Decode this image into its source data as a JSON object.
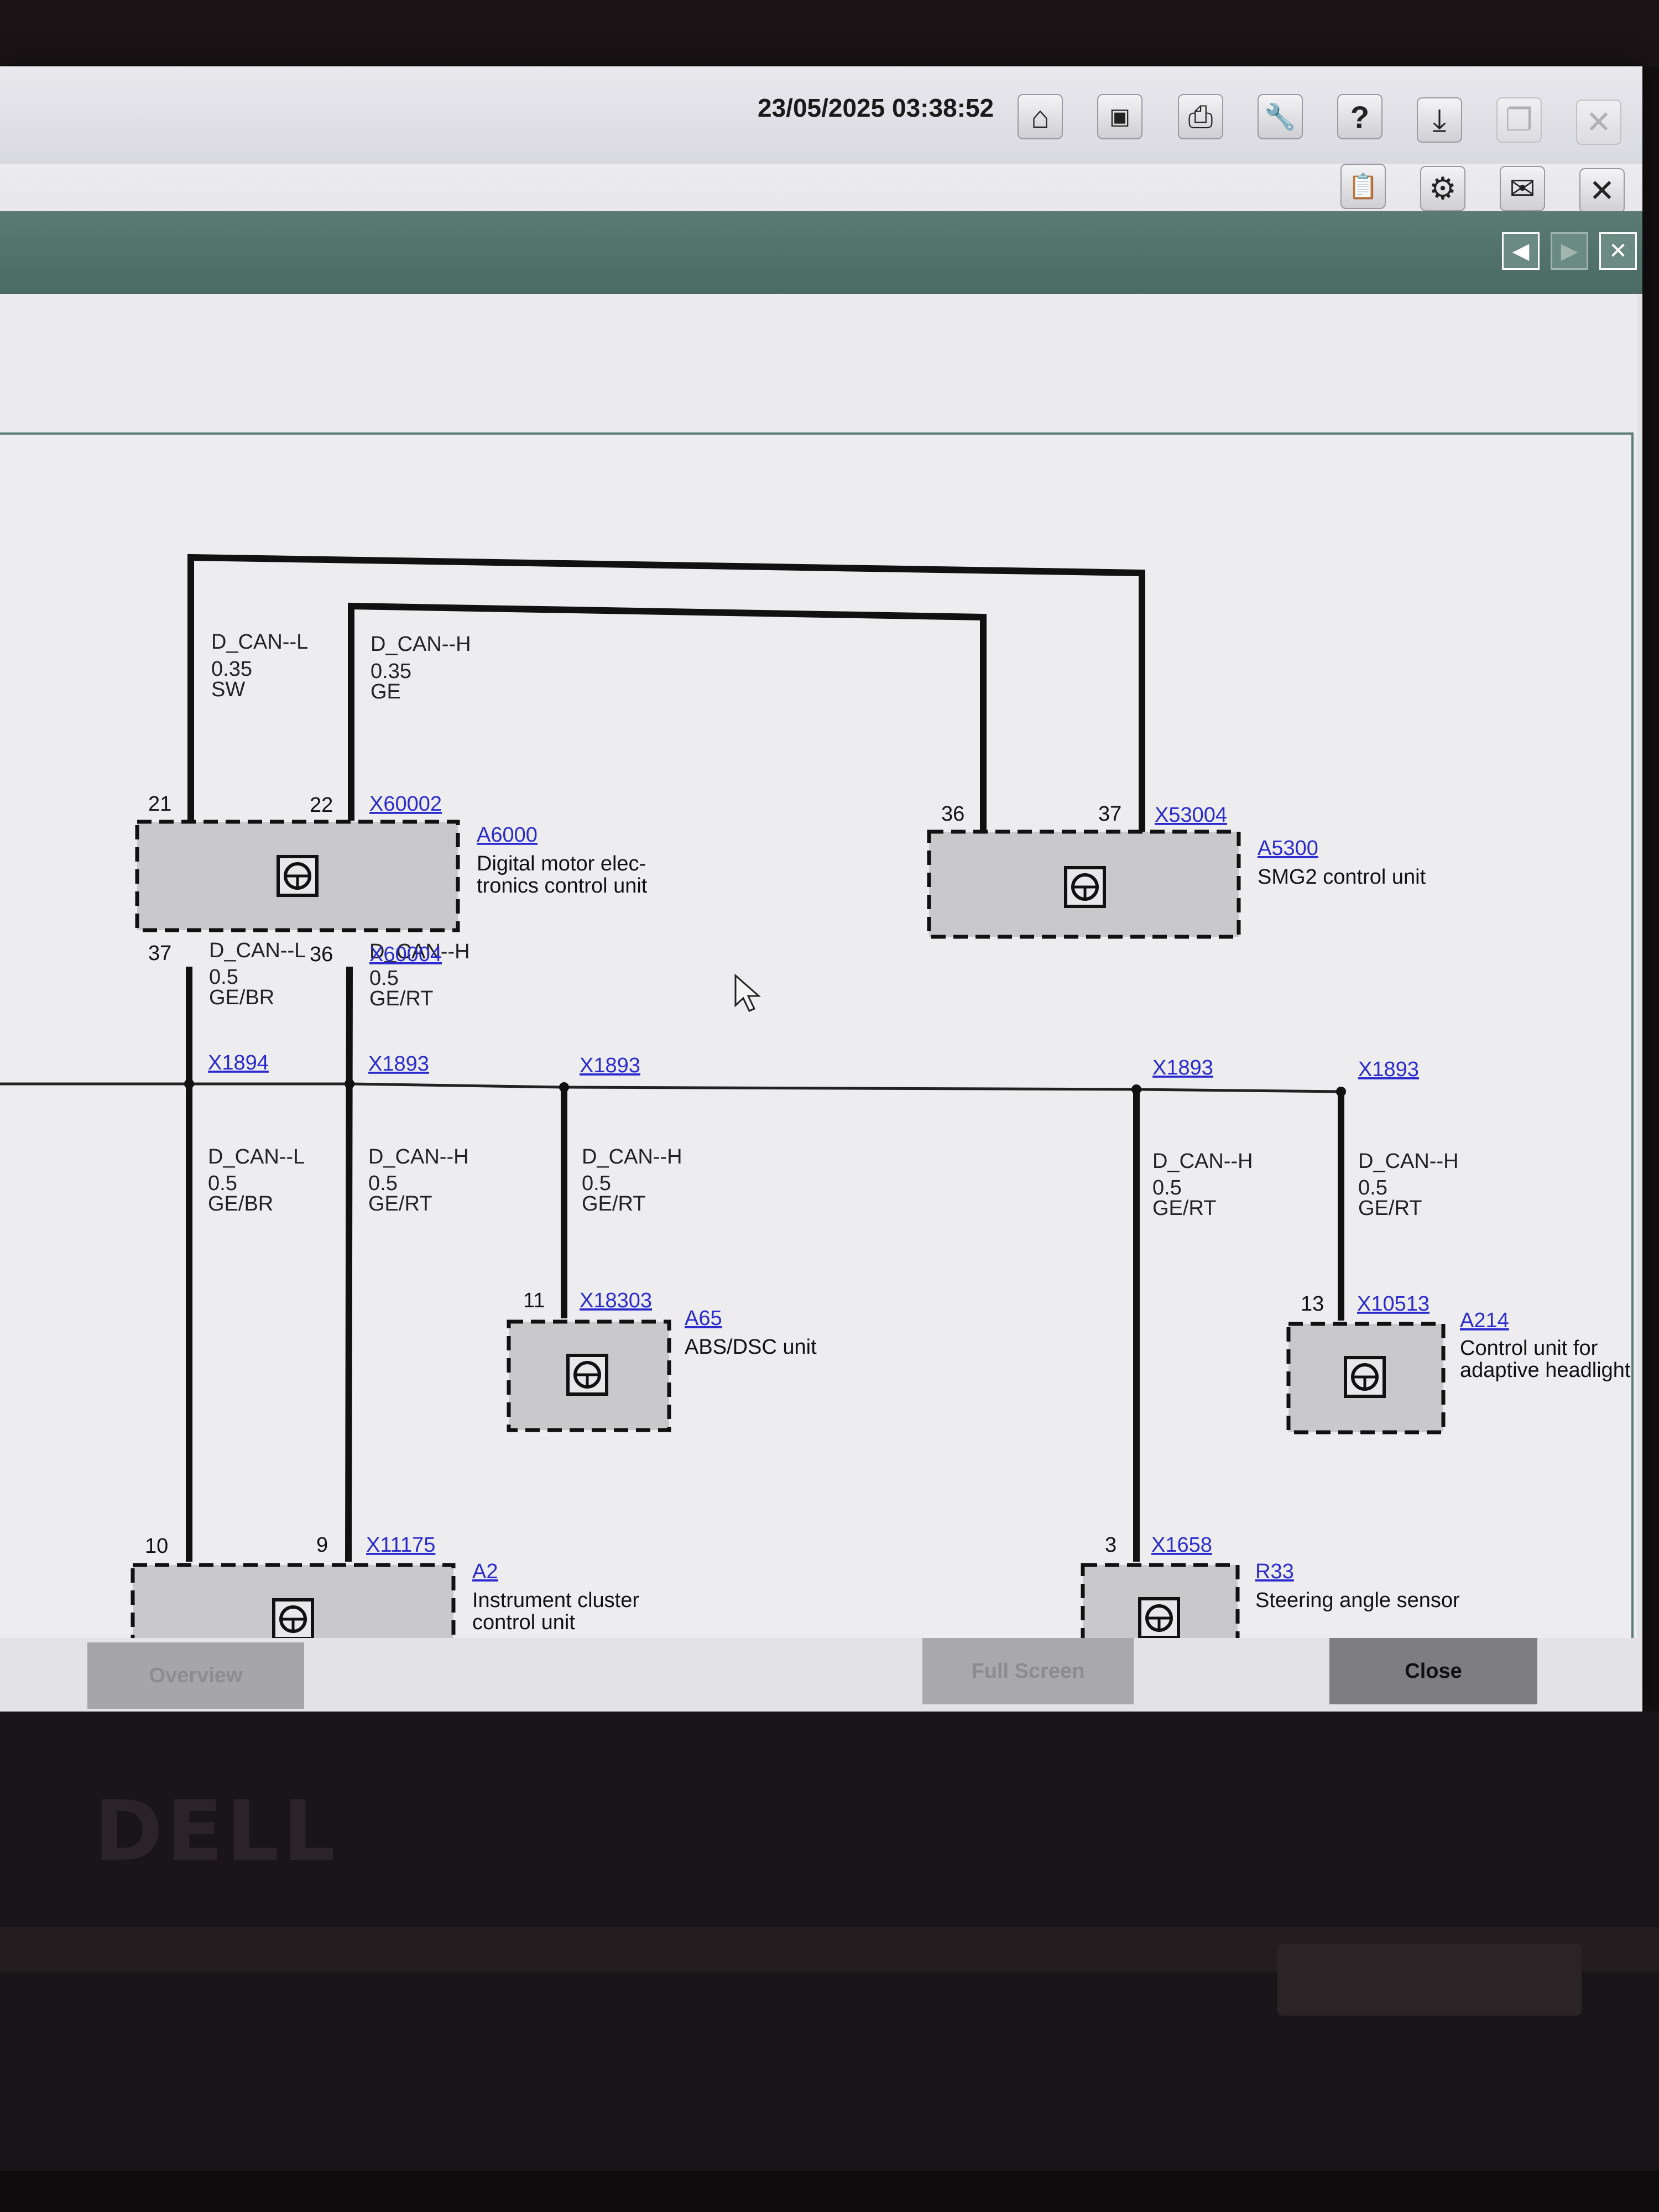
{
  "window": {
    "datetime": "23/05/2025 03:38:52",
    "toolbar_icons": [
      "home-icon",
      "dual-screen-icon",
      "print-icon",
      "wrench-icon",
      "help-icon",
      "down-arrow-icon",
      "restore-icon",
      "close-icon"
    ],
    "toolbar2_icons": [
      "clipboard-icon",
      "gear-icon",
      "mail-icon",
      "close-icon"
    ]
  },
  "toolbar_glyphs": {
    "home": "⌂",
    "screens": "▣",
    "print": "⎙",
    "wrench": "🔧",
    "help": "?",
    "down": "⤓",
    "restore": "❐",
    "close": "✕",
    "clip": "📋",
    "gear": "⚙",
    "mail": "✉",
    "close2": "✕"
  },
  "pane_nav": {
    "prev": "◀",
    "next": "▶",
    "close": "✕"
  },
  "diagram": {
    "pins": {
      "p21": "21",
      "p22": "22",
      "p37a": "37",
      "p36a": "36",
      "p36b": "36",
      "p37b": "37",
      "p10": "10",
      "p9": "9",
      "p11": "11",
      "p3": "3",
      "p13": "13"
    },
    "signals": {
      "s1": [
        "D_CAN--L",
        "0.35",
        "SW"
      ],
      "s2": [
        "D_CAN--H",
        "0.35",
        "GE"
      ],
      "s3": [
        "D_CAN--L",
        "0.5",
        "GE/BR"
      ],
      "s4": [
        "D_CAN--H",
        "0.5",
        "GE/RT"
      ],
      "s5": [
        "D_CAN--L",
        "0.5",
        "GE/BR"
      ],
      "s6": [
        "D_CAN--H",
        "0.5",
        "GE/RT"
      ],
      "s7": [
        "D_CAN--H",
        "0.5",
        "GE/RT"
      ],
      "s8": [
        "D_CAN--H",
        "0.5",
        "GE/RT"
      ],
      "s9": [
        "D_CAN--H",
        "0.5",
        "GE/RT"
      ]
    },
    "connectors": {
      "c1": "X60002",
      "c2": "X53004",
      "c3": "X60004",
      "c4": "X1894",
      "c5": "X1893",
      "c6": "X1893",
      "c7": "X1893",
      "c8": "X1893",
      "c9": "X18303",
      "c10": "X10513",
      "c11": "X11175",
      "c12": "X1658"
    },
    "components": {
      "a6000": {
        "id": "A6000",
        "desc": [
          "Digital motor elec-",
          "tronics control unit"
        ]
      },
      "a5300": {
        "id": "A5300",
        "desc": [
          "SMG2 control unit"
        ]
      },
      "a65": {
        "id": "A65",
        "desc": [
          "ABS/DSC unit"
        ]
      },
      "a214": {
        "id": "A214",
        "desc": [
          "Control unit for",
          "adaptive headlight"
        ]
      },
      "a2": {
        "id": "A2",
        "desc": [
          "Instrument cluster",
          "control unit"
        ]
      },
      "r33": {
        "id": "R33",
        "desc": [
          "Steering angle sensor"
        ]
      }
    },
    "component_icon": "steering-wheel-icon"
  },
  "buttons": {
    "overview": "Overview",
    "fullscreen": "Full Screen",
    "close": "Close"
  },
  "laptop": {
    "logo": "DELL"
  }
}
